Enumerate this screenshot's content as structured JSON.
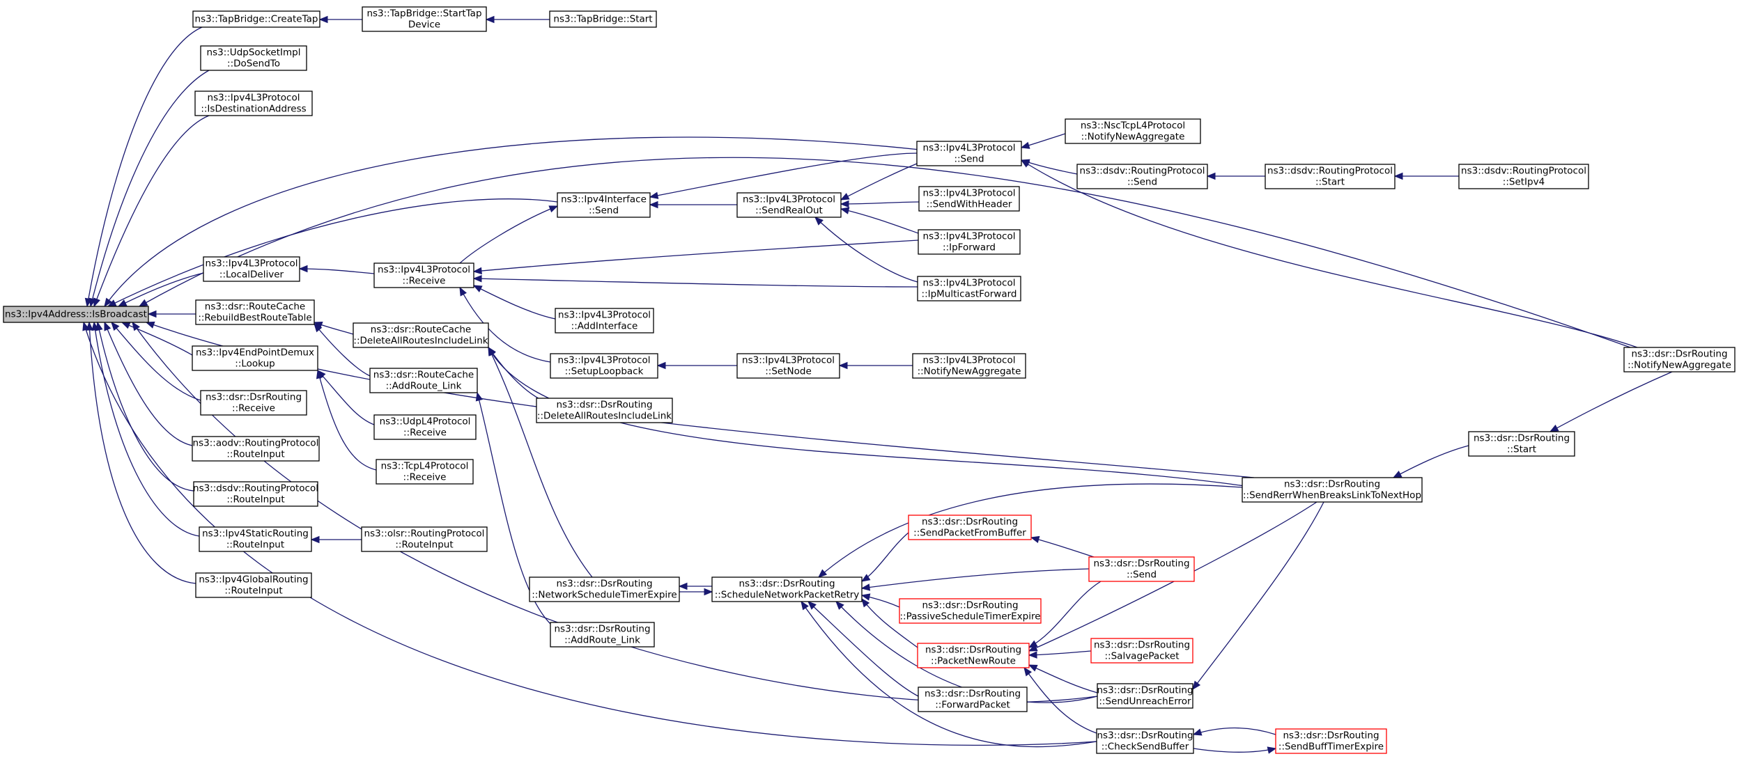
{
  "colors": {
    "edge": "#191970",
    "node_border": "#000000",
    "truncated_border": "#ff0000",
    "root_fill": "#bfbfbf"
  },
  "nodes": {
    "n0": {
      "lines": [
        "ns3::Ipv4Address::IsBroadcast"
      ],
      "root": true
    },
    "n1": {
      "lines": [
        "ns3::TapBridge::CreateTap"
      ]
    },
    "n2": {
      "lines": [
        "ns3::TapBridge::StartTap",
        "Device"
      ]
    },
    "n3": {
      "lines": [
        "ns3::TapBridge::Start"
      ]
    },
    "n4": {
      "lines": [
        "ns3::UdpSocketImpl",
        "::DoSendTo"
      ]
    },
    "n5": {
      "lines": [
        "ns3::Ipv4L3Protocol",
        "::IsDestinationAddress"
      ]
    },
    "n6": {
      "lines": [
        "ns3::Ipv4L3Protocol",
        "::Send"
      ]
    },
    "n7": {
      "lines": [
        "ns3::NscTcpL4Protocol",
        "::NotifyNewAggregate"
      ]
    },
    "n8": {
      "lines": [
        "ns3::dsdv::RoutingProtocol",
        "::Send"
      ]
    },
    "n9": {
      "lines": [
        "ns3::dsdv::RoutingProtocol",
        "::Start"
      ]
    },
    "n10": {
      "lines": [
        "ns3::dsdv::RoutingProtocol",
        "::SetIpv4"
      ]
    },
    "n11": {
      "lines": [
        "ns3::Ipv4Interface",
        "::Send"
      ]
    },
    "n12": {
      "lines": [
        "ns3::Ipv4L3Protocol",
        "::SendRealOut"
      ]
    },
    "n13": {
      "lines": [
        "ns3::Ipv4L3Protocol",
        "::SendWithHeader"
      ]
    },
    "n14": {
      "lines": [
        "ns3::Ipv4L3Protocol",
        "::IpForward"
      ]
    },
    "n15": {
      "lines": [
        "ns3::Ipv4L3Protocol",
        "::IpMulticastForward"
      ]
    },
    "n16": {
      "lines": [
        "ns3::Ipv4L3Protocol",
        "::LocalDeliver"
      ]
    },
    "n17": {
      "lines": [
        "ns3::Ipv4L3Protocol",
        "::Receive"
      ]
    },
    "n18": {
      "lines": [
        "ns3::Ipv4L3Protocol",
        "::AddInterface"
      ]
    },
    "n19": {
      "lines": [
        "ns3::Ipv4L3Protocol",
        "::SetupLoopback"
      ]
    },
    "n20": {
      "lines": [
        "ns3::Ipv4L3Protocol",
        "::SetNode"
      ]
    },
    "n21": {
      "lines": [
        "ns3::Ipv4L3Protocol",
        "::NotifyNewAggregate"
      ]
    },
    "n22": {
      "lines": [
        "ns3::dsr::DsrRouting",
        "::NotifyNewAggregate"
      ]
    },
    "n23": {
      "lines": [
        "ns3::dsr::RouteCache",
        "::RebuildBestRouteTable"
      ]
    },
    "n24": {
      "lines": [
        "ns3::dsr::RouteCache",
        "::DeleteAllRoutesIncludeLink"
      ]
    },
    "n25": {
      "lines": [
        "ns3::dsr::RouteCache",
        "::AddRoute_Link"
      ]
    },
    "n26": {
      "lines": [
        "ns3::dsr::DsrRouting",
        "::DeleteAllRoutesIncludeLink"
      ]
    },
    "n27": {
      "lines": [
        "ns3::Ipv4EndPointDemux",
        "::Lookup"
      ]
    },
    "n28": {
      "lines": [
        "ns3::UdpL4Protocol",
        "::Receive"
      ]
    },
    "n29": {
      "lines": [
        "ns3::TcpL4Protocol",
        "::Receive"
      ]
    },
    "n30": {
      "lines": [
        "ns3::dsr::DsrRouting",
        "::Receive"
      ]
    },
    "n31": {
      "lines": [
        "ns3::aodv::RoutingProtocol",
        "::RouteInput"
      ]
    },
    "n32": {
      "lines": [
        "ns3::dsdv::RoutingProtocol",
        "::RouteInput"
      ]
    },
    "n33": {
      "lines": [
        "ns3::Ipv4StaticRouting",
        "::RouteInput"
      ]
    },
    "n34": {
      "lines": [
        "ns3::olsr::RoutingProtocol",
        "::RouteInput"
      ]
    },
    "n35": {
      "lines": [
        "ns3::Ipv4GlobalRouting",
        "::RouteInput"
      ]
    },
    "n36": {
      "lines": [
        "ns3::dsr::DsrRouting",
        "::Start"
      ]
    },
    "n37": {
      "lines": [
        "ns3::dsr::DsrRouting",
        "::SendRerrWhenBreaksLinkToNextHop"
      ]
    },
    "n38": {
      "lines": [
        "ns3::dsr::DsrRouting",
        "::SendPacketFromBuffer"
      ],
      "red": true
    },
    "n39": {
      "lines": [
        "ns3::dsr::DsrRouting",
        "::Send"
      ],
      "red": true
    },
    "n40": {
      "lines": [
        "ns3::dsr::DsrRouting",
        "::NetworkScheduleTimerExpire"
      ]
    },
    "n41": {
      "lines": [
        "ns3::dsr::DsrRouting",
        "::ScheduleNetworkPacketRetry"
      ]
    },
    "n42": {
      "lines": [
        "ns3::dsr::DsrRouting",
        "::PassiveScheduleTimerExpire"
      ],
      "red": true
    },
    "n43": {
      "lines": [
        "ns3::dsr::DsrRouting",
        "::PacketNewRoute"
      ],
      "red": true
    },
    "n44": {
      "lines": [
        "ns3::dsr::DsrRouting",
        "::SalvagePacket"
      ],
      "red": true
    },
    "n45": {
      "lines": [
        "ns3::dsr::DsrRouting",
        "::AddRoute_Link"
      ]
    },
    "n46": {
      "lines": [
        "ns3::dsr::DsrRouting",
        "::ForwardPacket"
      ]
    },
    "n47": {
      "lines": [
        "ns3::dsr::DsrRouting",
        "::SendUnreachError"
      ]
    },
    "n48": {
      "lines": [
        "ns3::dsr::DsrRouting",
        "::CheckSendBuffer"
      ]
    },
    "n49": {
      "lines": [
        "ns3::dsr::DsrRouting",
        "::SendBuffTimerExpire"
      ],
      "red": true
    }
  },
  "edges": [
    [
      "n0",
      "n1"
    ],
    [
      "n0",
      "n4"
    ],
    [
      "n0",
      "n5"
    ],
    [
      "n0",
      "n6"
    ],
    [
      "n0",
      "n11"
    ],
    [
      "n0",
      "n16"
    ],
    [
      "n0",
      "n23"
    ],
    [
      "n0",
      "n27"
    ],
    [
      "n0",
      "n30"
    ],
    [
      "n0",
      "n31"
    ],
    [
      "n0",
      "n32"
    ],
    [
      "n0",
      "n33"
    ],
    [
      "n0",
      "n35"
    ],
    [
      "n0",
      "n22"
    ],
    [
      "n0",
      "n37"
    ],
    [
      "n0",
      "n47"
    ],
    [
      "n0",
      "n48"
    ],
    [
      "n1",
      "n2"
    ],
    [
      "n2",
      "n3"
    ],
    [
      "n6",
      "n7"
    ],
    [
      "n6",
      "n8"
    ],
    [
      "n6",
      "n22"
    ],
    [
      "n8",
      "n9"
    ],
    [
      "n9",
      "n10"
    ],
    [
      "n11",
      "n6"
    ],
    [
      "n11",
      "n12"
    ],
    [
      "n11",
      "n17"
    ],
    [
      "n12",
      "n6"
    ],
    [
      "n12",
      "n13"
    ],
    [
      "n12",
      "n14"
    ],
    [
      "n12",
      "n15"
    ],
    [
      "n16",
      "n17"
    ],
    [
      "n17",
      "n14"
    ],
    [
      "n17",
      "n15"
    ],
    [
      "n17",
      "n18"
    ],
    [
      "n17",
      "n19"
    ],
    [
      "n19",
      "n20"
    ],
    [
      "n20",
      "n21"
    ],
    [
      "n23",
      "n24"
    ],
    [
      "n23",
      "n25"
    ],
    [
      "n24",
      "n26"
    ],
    [
      "n24",
      "n37"
    ],
    [
      "n24",
      "n40"
    ],
    [
      "n25",
      "n45"
    ],
    [
      "n27",
      "n28"
    ],
    [
      "n27",
      "n29"
    ],
    [
      "n33",
      "n34"
    ],
    [
      "n36",
      "n22"
    ],
    [
      "n37",
      "n36"
    ],
    [
      "n41",
      "n40"
    ],
    [
      "n40",
      "n41"
    ],
    [
      "n41",
      "n37"
    ],
    [
      "n41",
      "n38"
    ],
    [
      "n41",
      "n39"
    ],
    [
      "n41",
      "n42"
    ],
    [
      "n41",
      "n43"
    ],
    [
      "n41",
      "n46"
    ],
    [
      "n41",
      "n47"
    ],
    [
      "n41",
      "n48"
    ],
    [
      "n38",
      "n39"
    ],
    [
      "n43",
      "n39"
    ],
    [
      "n43",
      "n37"
    ],
    [
      "n43",
      "n44"
    ],
    [
      "n43",
      "n47"
    ],
    [
      "n43",
      "n48"
    ],
    [
      "n47",
      "n37"
    ],
    [
      "n48",
      "n49"
    ],
    [
      "n49",
      "n48"
    ]
  ]
}
